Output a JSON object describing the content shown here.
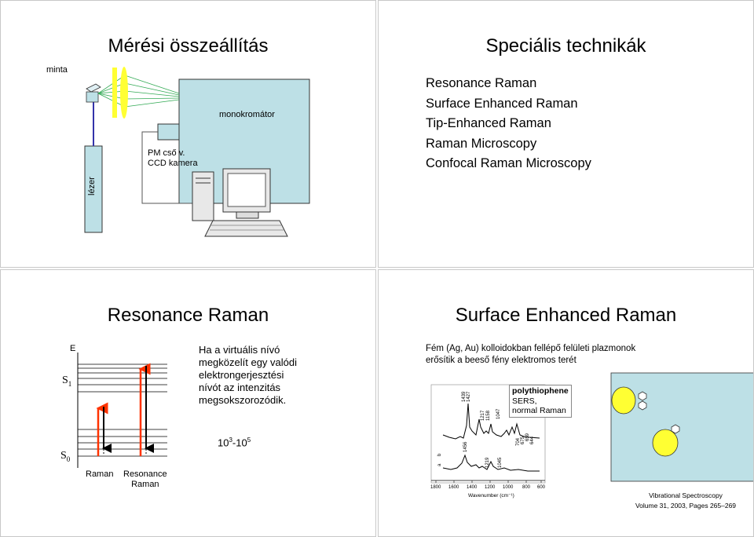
{
  "slide1": {
    "title": "Mérési összeállítás",
    "labels": {
      "minta": "minta",
      "monochromator": "monokromátor",
      "pm_line1": "PM cső v.",
      "pm_line2": "CCD kamera",
      "laser": "lézer"
    }
  },
  "slide2": {
    "title": "Speciális technikák",
    "items": [
      "Resonance Raman",
      "Surface Enhanced Raman",
      "Tip-Enhanced Raman",
      "Raman Microscopy",
      "Confocal Raman Microscopy"
    ]
  },
  "slide3": {
    "title": "Resonance Raman",
    "e_label": "E",
    "s1_label": "S",
    "s1_sub": "1",
    "s0_label": "S",
    "s0_sub": "0",
    "desc_lines": [
      "Ha a virtuális nívó",
      "megközelít egy valódi",
      "elektrongerjesztési",
      "nívót az intenzitás",
      "megsokszorozódik."
    ],
    "factor_base": "10",
    "factor_exp1": "3",
    "factor_dash": "-10",
    "factor_exp2": "5",
    "raman_label": "Raman",
    "resonance_line1": "Resonance",
    "resonance_line2": "Raman"
  },
  "slide4": {
    "title": "Surface Enhanced Raman",
    "desc_line1": "Fém (Ag, Au) kolloidokban fellépő felületi plazmonok",
    "desc_line2": "erősítik a beeső fény elektromos terét",
    "legend_line1": "polythiophene",
    "legend_line2": "SERS,",
    "legend_line3": "normal Raman",
    "x_ticks": [
      "1800",
      "1600",
      "1400",
      "1200",
      "1000",
      "800",
      "600"
    ],
    "x_label": "Wavenumber (cm⁻¹)",
    "upper_peaks": [
      "1439",
      "1427",
      "1217",
      "1158",
      "1047",
      "704",
      "675",
      "659",
      "644"
    ],
    "lower_peaks": [
      "1456",
      "1219",
      "1045",
      "a",
      "b"
    ],
    "citation_line1": "Vibrational Spectroscopy",
    "citation_line2": "Volume 31, 2003, Pages 265–269",
    "colors": {
      "particle": "#ffff33",
      "cell": "#bde0e6"
    }
  }
}
